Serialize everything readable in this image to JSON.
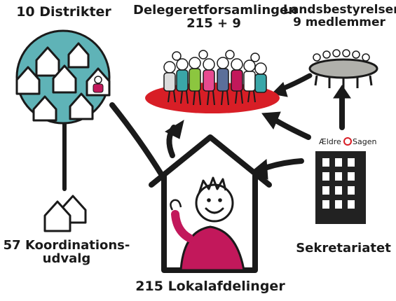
{
  "labels": {
    "districts": "10 Distrikter",
    "assembly_line1": "Delegeretforsamlingen",
    "assembly_line2": "215 + 9",
    "board_line1": "Landsbestyrelsen",
    "board_line2": "9 medlemmer",
    "coordination_line1": "57 Koordinations-",
    "coordination_line2": "udvalg",
    "secretariat": "Sekretariatet",
    "local_branches": "215 Lokalafdelinger"
  },
  "brand": {
    "name_left": "Ældre",
    "name_right": "Sagen"
  },
  "colors": {
    "district_circle": "#5fb3b7",
    "assembly_ellipse": "#d81e26",
    "board_table": "#b0b0ab",
    "person_shirt": "#c2185b",
    "building": "#222222",
    "brand_red": "#d81e26"
  },
  "icons": {
    "district_houses": "house-outline-icon",
    "coordination": "house-group-icon",
    "crowd": "people-crowd-icon",
    "board": "meeting-table-icon",
    "secretariat": "office-building-icon",
    "local_branch": "waving-person-in-house-icon"
  }
}
